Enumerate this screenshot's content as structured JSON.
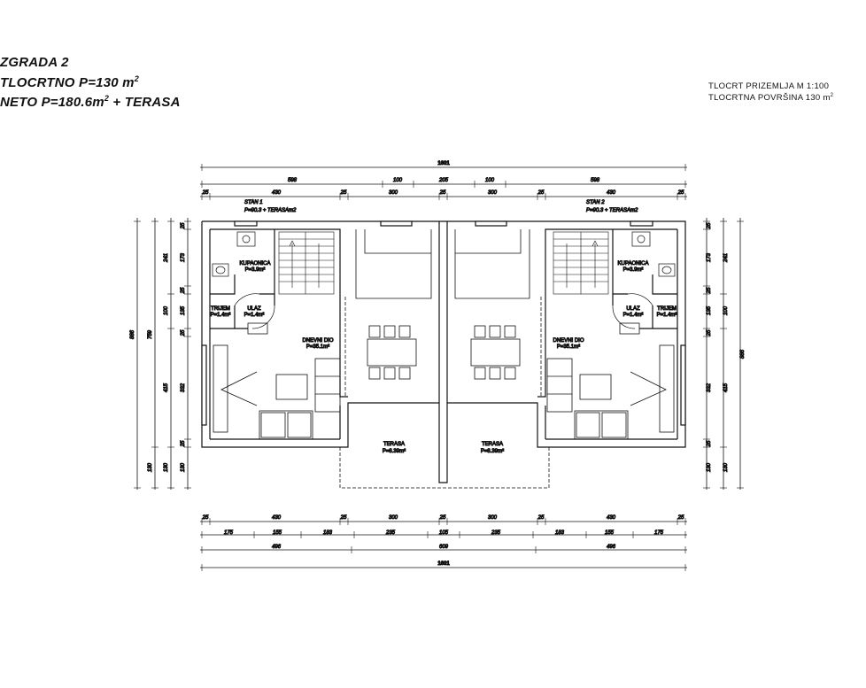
{
  "header": {
    "line1": "ZGRADA 2",
    "line2_text": "TLOCRTNO P=130 m",
    "line2_sup": "2",
    "line3_text": "NETO P=180.6m",
    "line3_sup": "2",
    "line3_suffix": " + TERASA"
  },
  "scale_note": {
    "line1": "TLOCRT PRIZEMLJA  M 1:100",
    "line2_text": "TLOCRTNA POVRŠINA 130 m",
    "line2_sup": "2"
  },
  "units": {
    "left": {
      "title": "STAN 1",
      "area": "P=90.3 + TERASAm2"
    },
    "right": {
      "title": "STAN 2",
      "area": "P=90.3 + TERASAm2"
    }
  },
  "rooms": {
    "kupaonica": "KUPAONICA",
    "kupaonica_area": "P=3.9m²",
    "trijem": "TRIJEM",
    "trijem_area": "P=1.4m²",
    "ulaz": "ULAZ",
    "ulaz_area": "P=1.4m²",
    "dnevni": "DNEVNI DIO",
    "dnevni_area": "P=35.1m²",
    "terasa": "TERASA",
    "terasa_area": "P=8.39m²"
  },
  "dimensions": {
    "top_total": "1601",
    "top_row2": [
      "598",
      "100",
      "205",
      "100",
      "598"
    ],
    "top_row3": [
      "25",
      "430",
      "25",
      "300",
      "25",
      "300",
      "25",
      "430",
      "25"
    ],
    "bottom_row1": [
      "25",
      "430",
      "25",
      "300",
      "25",
      "300",
      "25",
      "430",
      "25"
    ],
    "bottom_row2": [
      "175",
      "155",
      "183",
      "235",
      "105",
      "235",
      "183",
      "155",
      "175"
    ],
    "bottom_row3": [
      "496",
      "609",
      "496"
    ],
    "bottom_total": "1601",
    "left_outer": "886",
    "left_mid": [
      "759",
      "130"
    ],
    "left_mid2": [
      "241",
      "100",
      "415",
      "130"
    ],
    "left_inner": [
      "25",
      "173",
      "25",
      "135",
      "25",
      "332",
      "25",
      "130"
    ],
    "right_outer": "886",
    "right_mid": [
      "241",
      "100",
      "415",
      "130"
    ],
    "right_inner": [
      "25",
      "173",
      "25",
      "135",
      "25",
      "332",
      "25",
      "130"
    ]
  }
}
